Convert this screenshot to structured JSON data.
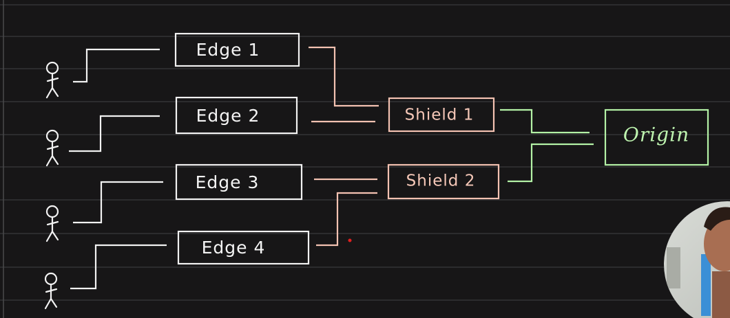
{
  "diagram": {
    "edges": [
      {
        "id": "edge-1",
        "label": "Edge 1"
      },
      {
        "id": "edge-2",
        "label": "Edge 2"
      },
      {
        "id": "edge-3",
        "label": "Edge 3"
      },
      {
        "id": "edge-4",
        "label": "Edge 4"
      }
    ],
    "shields": [
      {
        "id": "shield-1",
        "label": "Shield 1"
      },
      {
        "id": "shield-2",
        "label": "Shield 2"
      }
    ],
    "origin": {
      "id": "origin",
      "label": "Origin"
    },
    "users": [
      "user-1",
      "user-2",
      "user-3",
      "user-4"
    ],
    "connections": [
      {
        "from": "user-1",
        "to": "edge-1"
      },
      {
        "from": "user-2",
        "to": "edge-2"
      },
      {
        "from": "user-3",
        "to": "edge-3"
      },
      {
        "from": "user-4",
        "to": "edge-4"
      },
      {
        "from": "edge-1",
        "to": "shield-1"
      },
      {
        "from": "edge-2",
        "to": "shield-1"
      },
      {
        "from": "edge-3",
        "to": "shield-2"
      },
      {
        "from": "edge-4",
        "to": "shield-2"
      },
      {
        "from": "shield-1",
        "to": "origin"
      },
      {
        "from": "shield-2",
        "to": "origin"
      }
    ],
    "colors": {
      "background": "#171617",
      "edge": "#f2f2f2",
      "shield": "#f4c2b2",
      "origin": "#b4f2a6",
      "pointer": "#e02020"
    }
  }
}
